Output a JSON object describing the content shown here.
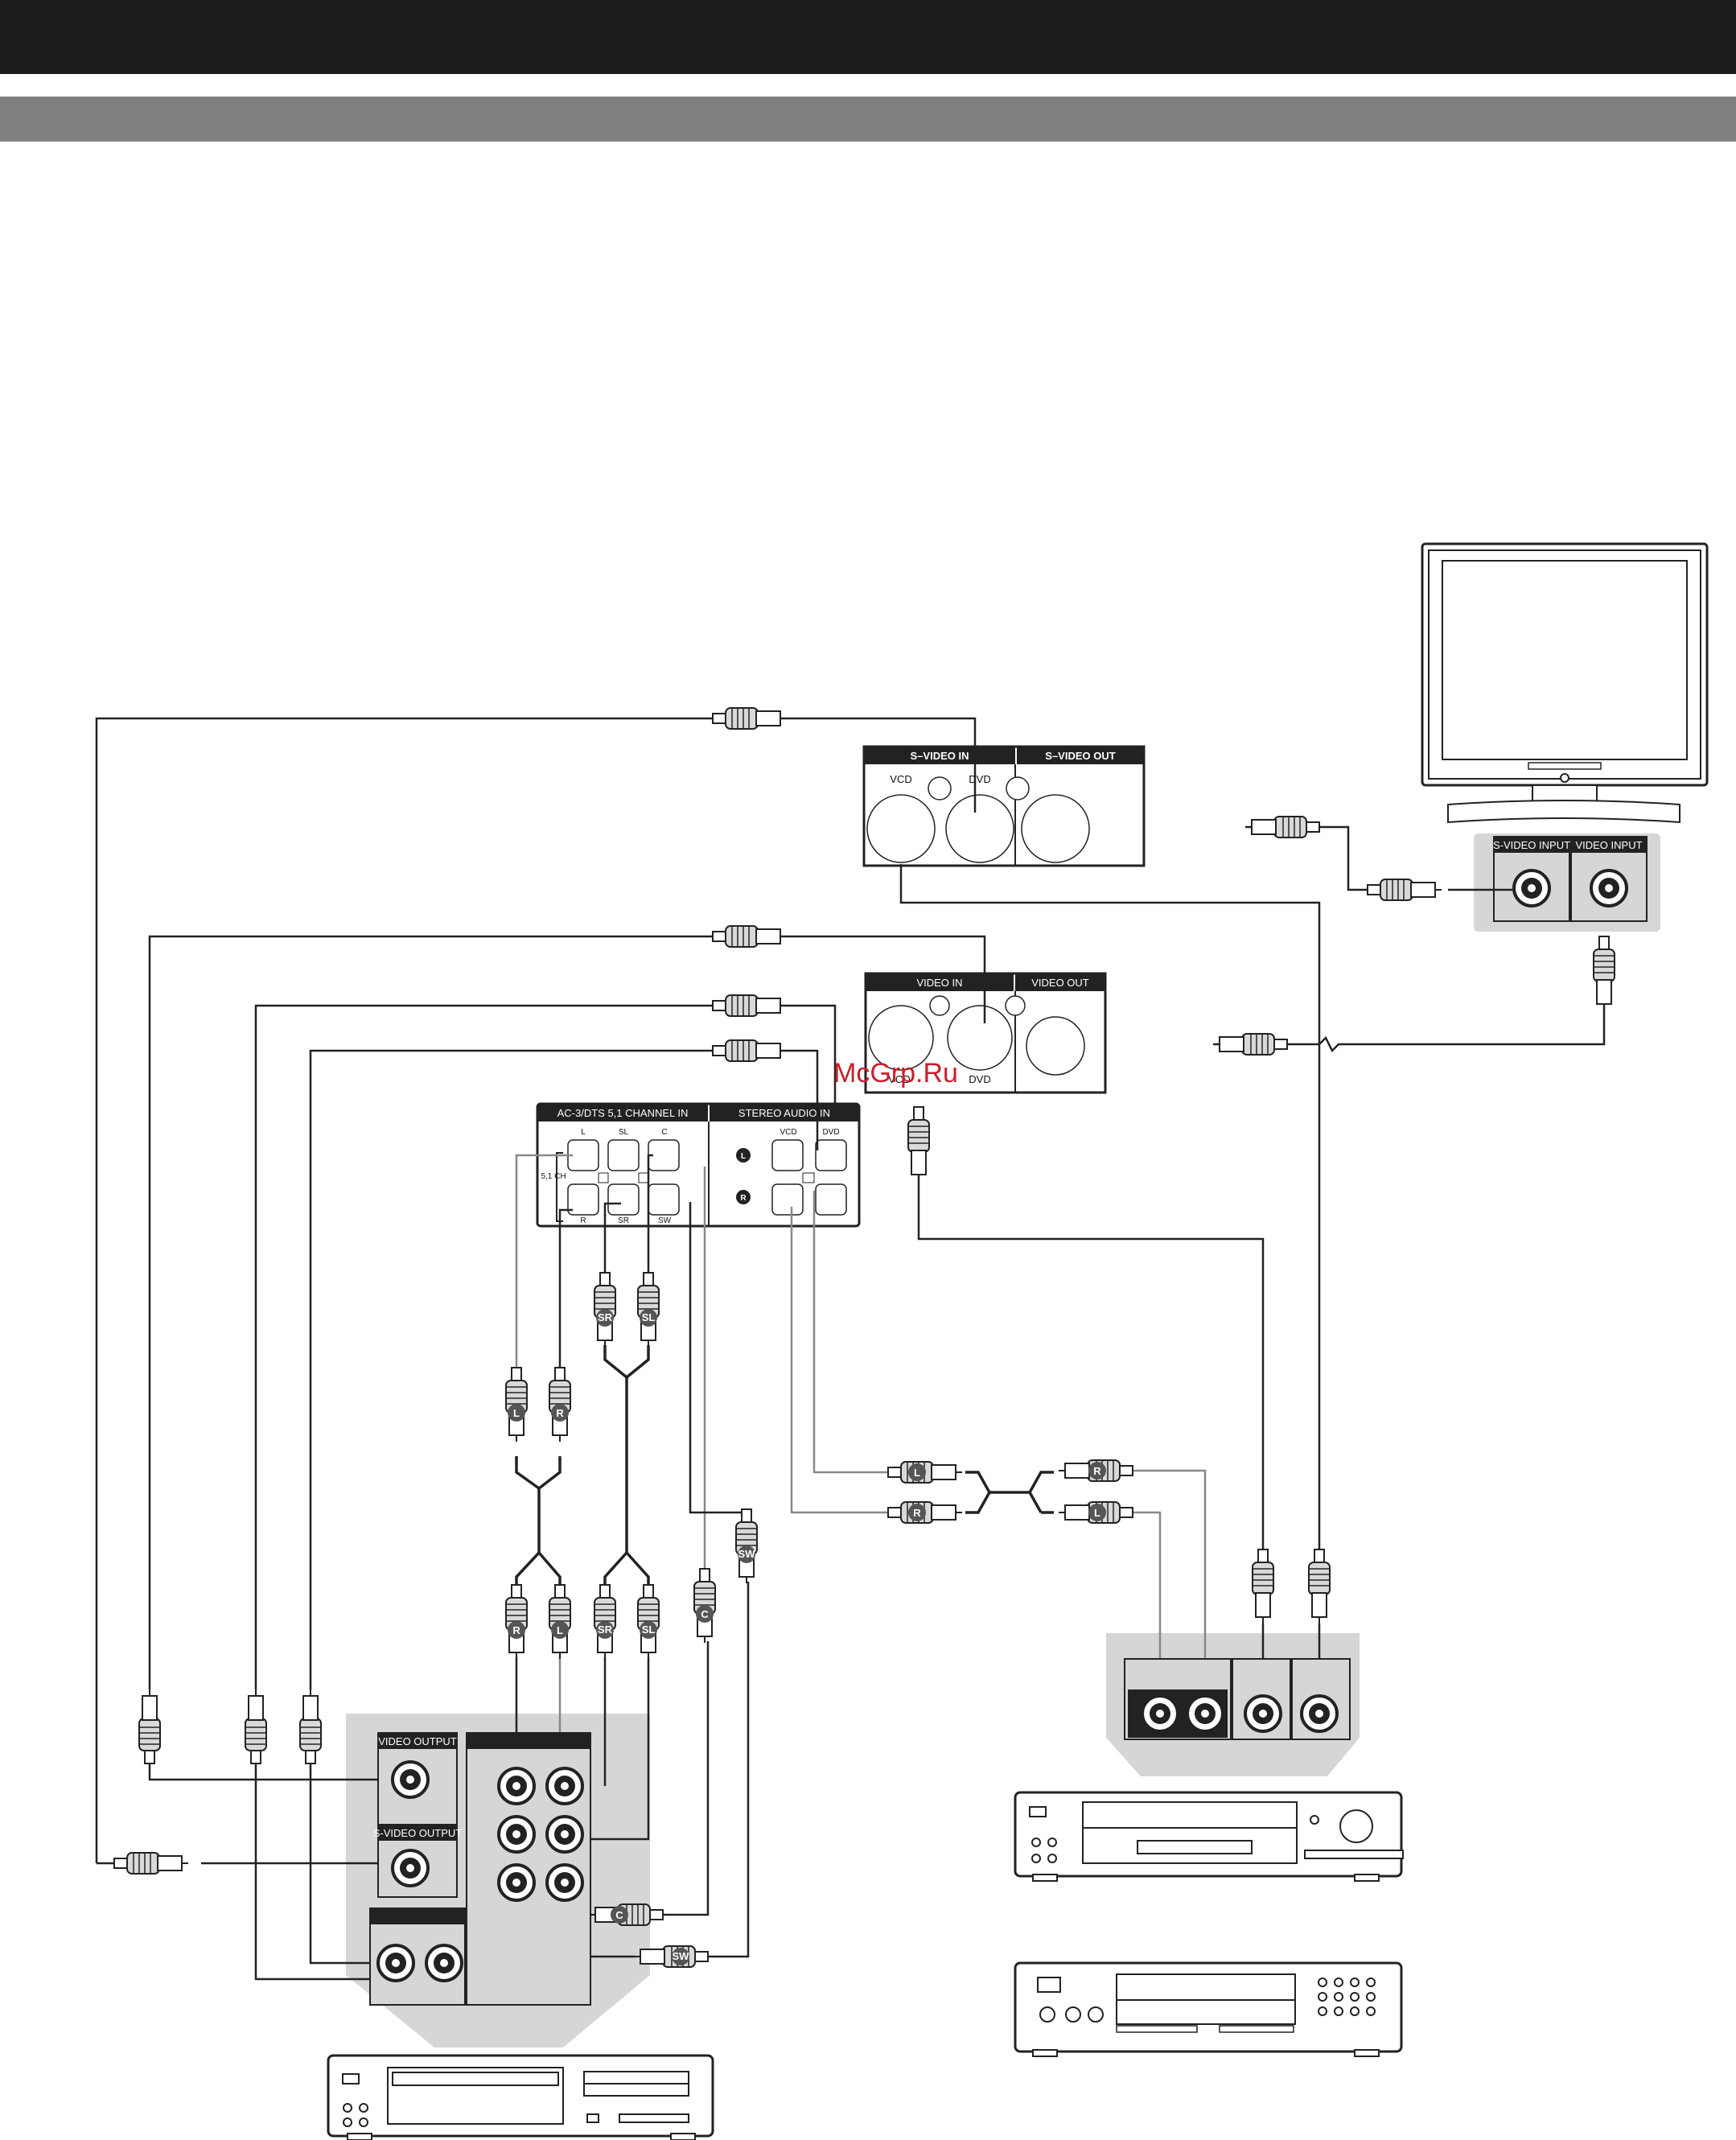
{
  "watermark": "McGrp.Ru",
  "box_svideo": {
    "in": "S–VIDEO IN",
    "out": "S–VIDEO OUT",
    "vcd": "VCD",
    "dvd": "DVD"
  },
  "box_video": {
    "in": "VIDEO IN",
    "out": "VIDEO OUT",
    "vcd": "VCD",
    "dvd": "DVD"
  },
  "box_audio": {
    "ac3": "AC-3/DTS 5,1 CHANNEL IN",
    "stereo": "STEREO AUDIO IN",
    "l": "L",
    "sl": "SL",
    "c": "C",
    "r": "R",
    "sr": "SR",
    "sw": "SW",
    "ch51": "5,1 CH",
    "vcd": "VCD",
    "dvd": "DVD",
    "l_badge": "L",
    "r_badge": "R"
  },
  "tv_panel": {
    "svideo_input": "S-VIDEO INPUT",
    "video_input": "VIDEO INPUT"
  },
  "dvd_panel": {
    "video_output": "VIDEO OUTPUT",
    "svideo_output": "S-VIDEO OUTPUT"
  },
  "plugs": {
    "l": "L",
    "r": "R",
    "sl": "SL",
    "sr": "SR",
    "c": "C",
    "sw": "SW"
  },
  "colors": {
    "top_bar": "#1c1c1c",
    "sub_bar": "#808083",
    "panel_gray": "#d6d6d6",
    "watermark": "#c8202a"
  }
}
